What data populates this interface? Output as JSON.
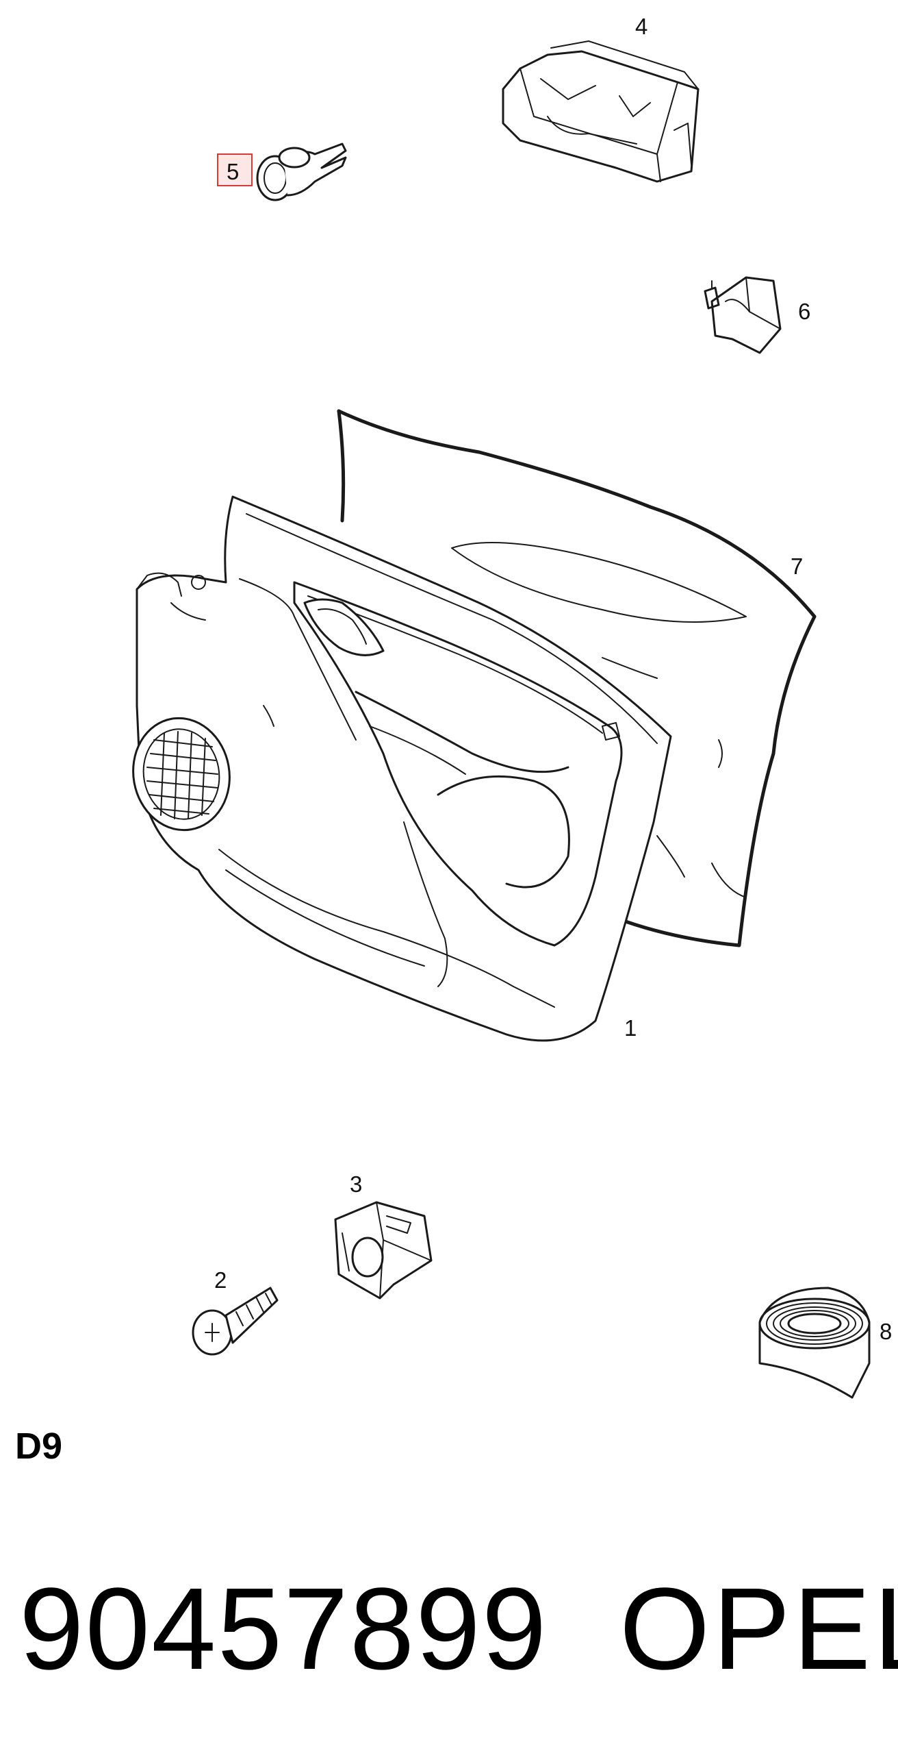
{
  "diagram": {
    "callouts": {
      "door_panel": "1",
      "screw": "2",
      "clip_nut": "3",
      "retainer_clip": "4",
      "push_pin": "5",
      "fastener_clip": "6",
      "water_deflector": "7",
      "adhesive_tape": "8"
    },
    "highlight_color": "#d63b3b"
  },
  "footer": {
    "section_code": "D9",
    "part_number": "90457899",
    "brand": "OPEL"
  }
}
